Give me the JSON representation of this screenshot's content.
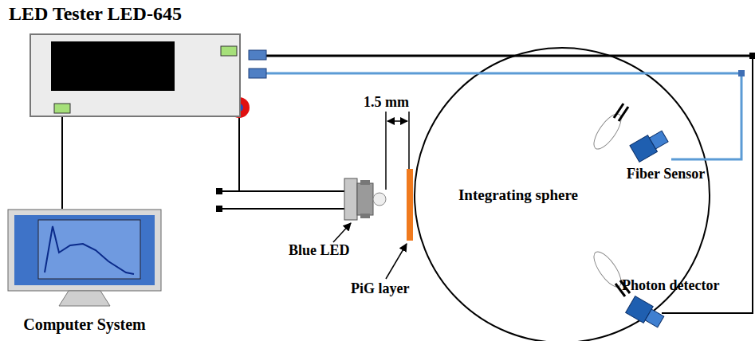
{
  "diagram": {
    "nodes": [
      {
        "text": [
          "LED Tester LED-645"
        ]
      },
      {
        "text": [
          "Computer System"
        ]
      },
      {
        "text": [
          "Integrating sphere"
        ]
      }
    ],
    "edges": [
      {
        "from": 0,
        "to": 1,
        "arrow": "none"
      }
    ],
    "labels": [
      "1.5 mm",
      "Blue LED",
      "PiG layer",
      "Fiber Sensor",
      "Photon detector"
    ]
  }
}
